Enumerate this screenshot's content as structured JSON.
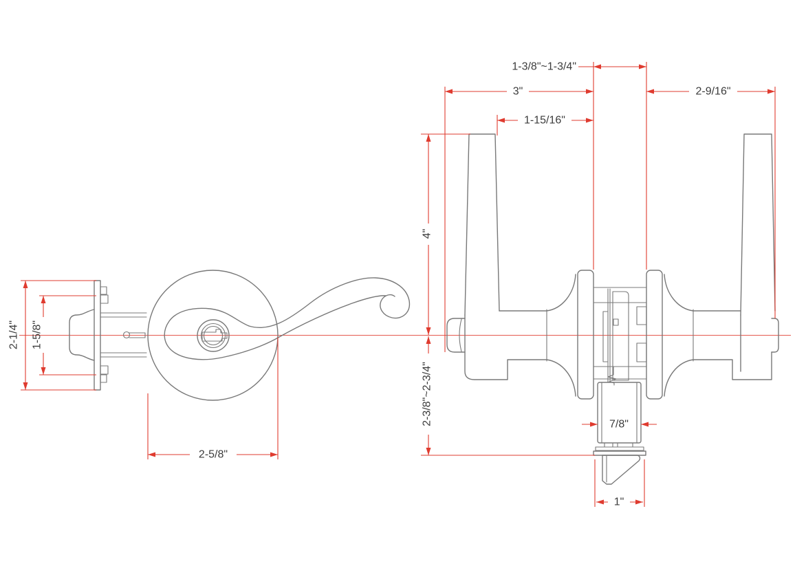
{
  "colors": {
    "dimension_red": "#df3b2f",
    "geometry_gray": "#787878",
    "text_color": "#3c3c3c",
    "background": "#ffffff"
  },
  "drawing": {
    "type": "technical-dimension-drawing",
    "subject": "tubular lever lockset with scroll lever, keyed cylinder and latch bolt",
    "views": {
      "latch_side_view": "latch faceplate and bolt, side profile (left)",
      "front_view": "exterior rose and scroll lever with key cylinder (center-left)",
      "profile_view": "through-door assembly with both levers, roses, chassis and latch (right)"
    }
  },
  "dimensions": {
    "door_thickness": "1-3/8\"~1-3/4\"",
    "exterior_projection": "3\"",
    "interior_lever_length": "2-9/16\"",
    "exterior_lever_length": "1-15/16\"",
    "lever_top_to_center": "4\"",
    "backset": "2-3/8\"~2-3/4\"",
    "latch_tube_width": "7/8\"",
    "faceplate_width": "1\"",
    "rose_diameter": "2-5/8\"",
    "faceplate_height": "2-1/4\"",
    "screw_hole_spacing": "1-5/8\""
  }
}
